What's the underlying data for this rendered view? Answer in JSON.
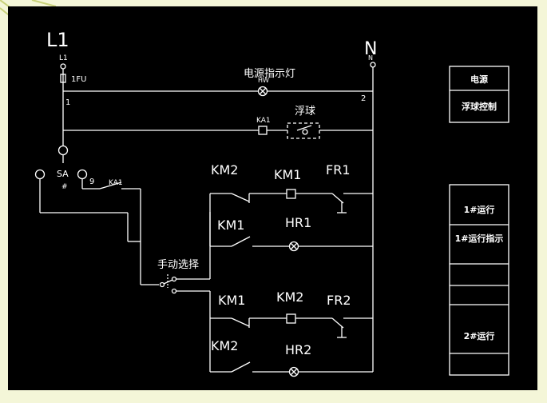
{
  "terminals": {
    "l1_big": "L1",
    "l1_small": "L1",
    "n_big": "N",
    "n_small": "N",
    "fuse": "1FU",
    "node1": "1",
    "node2": "2",
    "sa": "SA",
    "sa_hash": "#",
    "node9": "9"
  },
  "labels": {
    "power_lamp": "电源指示灯",
    "hw": "HW",
    "float_ball": "浮球",
    "ka1_coil": "KA1",
    "ka1_contact": "KA1",
    "manual_select": "手动选择"
  },
  "upper": {
    "km2": "KM2",
    "km1_coil": "KM1",
    "fr1": "FR1",
    "km1_contact": "KM1",
    "hr1": "HR1"
  },
  "lower": {
    "km1": "KM1",
    "km2_coil": "KM2",
    "fr2": "FR2",
    "km2_contact": "KM2",
    "hr2": "HR2"
  },
  "legend_top": [
    "电源",
    "浮球控制"
  ],
  "legend_bottom": [
    "1#运行",
    "1#运行指示",
    "",
    "",
    "2#运行",
    ""
  ],
  "colors": {
    "outer_bg": "#f4f6d8",
    "canvas_bg": "#000000",
    "line": "#ffffff"
  }
}
